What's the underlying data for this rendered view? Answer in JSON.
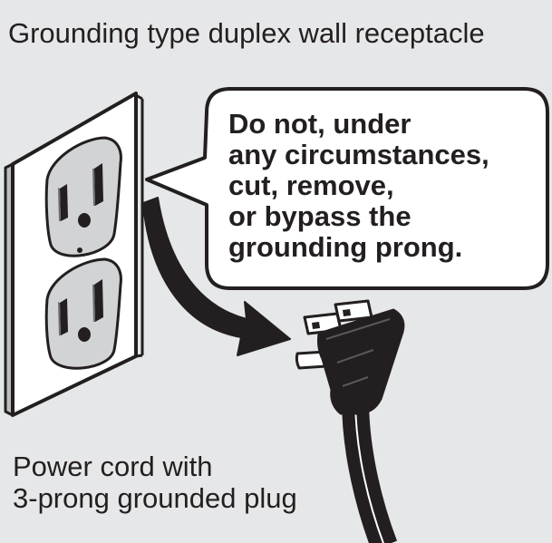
{
  "receptacle_label": "Grounding type duplex wall receptacle",
  "warning": {
    "lines": [
      "Do not, under",
      "any circumstances,",
      "cut, remove,",
      "or bypass the",
      "grounding prong."
    ]
  },
  "plug_label": {
    "lines": [
      "Power cord with",
      "3-prong grounded plug"
    ]
  },
  "colors": {
    "background": "#e6e7e8",
    "outline": "#231f20",
    "plate": "#ffffff",
    "outlet_face": "#d1d3d4"
  },
  "icons": {
    "receptacle": "duplex-receptacle-icon",
    "plug": "three-prong-plug-icon",
    "arrow": "curved-arrow-icon"
  }
}
